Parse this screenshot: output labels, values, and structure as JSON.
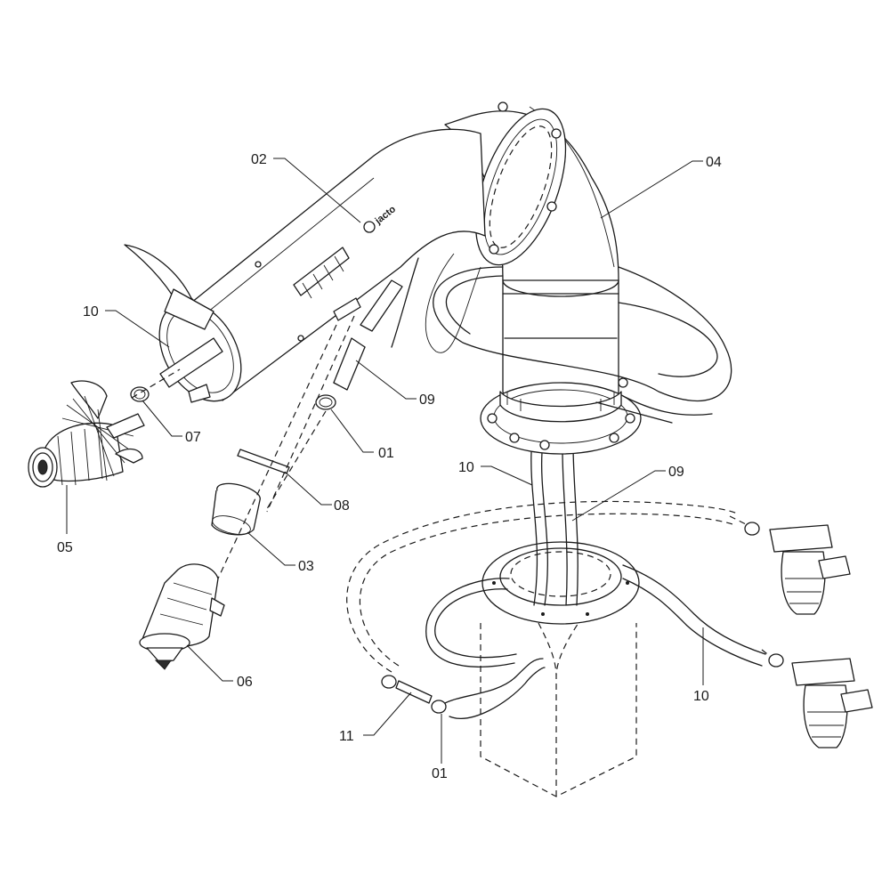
{
  "brand_text": "jacto",
  "callouts": {
    "c02": "02",
    "c04": "04",
    "c10_left": "10",
    "c09_upper": "09",
    "c07": "07",
    "c01_upper": "01",
    "c05": "05",
    "c08": "08",
    "c03": "03",
    "c06": "06",
    "c10_mid": "10",
    "c09_mid": "09",
    "c11": "11",
    "c01_lower": "01",
    "c10_right": "10"
  }
}
